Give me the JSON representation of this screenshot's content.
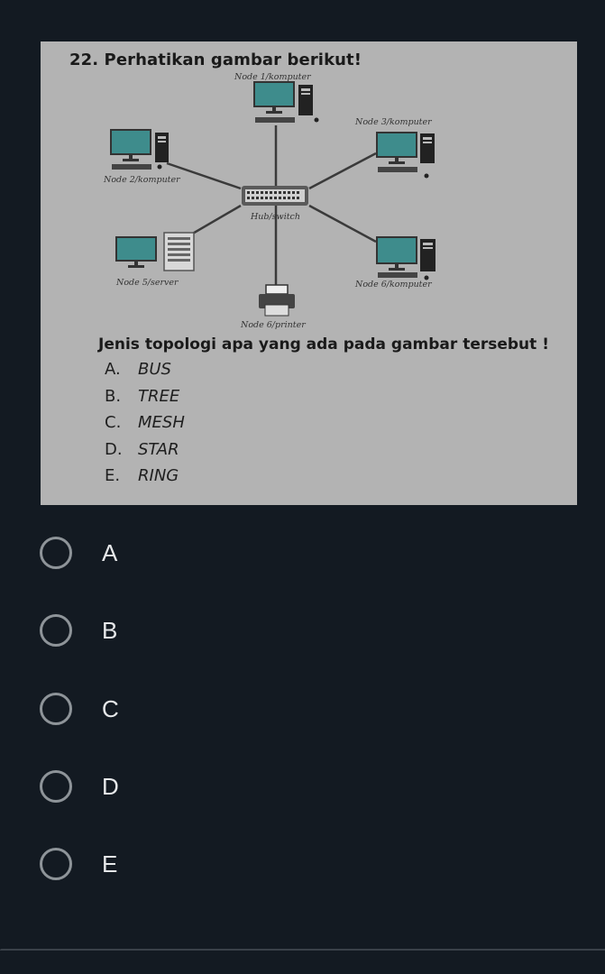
{
  "question": {
    "title": "22. Perhatikan gambar berikut!",
    "prompt": "Jenis topologi apa yang ada pada gambar tersebut !",
    "options": [
      {
        "letter": "A.",
        "text": "BUS"
      },
      {
        "letter": "B.",
        "text": "TREE"
      },
      {
        "letter": "C.",
        "text": "MESH"
      },
      {
        "letter": "D.",
        "text": "STAR"
      },
      {
        "letter": "E.",
        "text": "RING"
      }
    ]
  },
  "diagram": {
    "hub_label": "Hub/switch",
    "node1": "Node 1/komputer",
    "node2": "Node 2/komputer",
    "node3": "Node 3/komputer",
    "node5": "Node 5/server",
    "node6_computer": "Node 6/komputer",
    "node6_printer": "Node 6/printer"
  },
  "answers": [
    {
      "label": "A"
    },
    {
      "label": "B"
    },
    {
      "label": "C"
    },
    {
      "label": "D"
    },
    {
      "label": "E"
    }
  ],
  "colors": {
    "background": "#131a22",
    "card": "#b3b3b3",
    "monitor": "#3e8c8c",
    "radio_border": "#8e9499",
    "answer_text": "#e6e8ea"
  }
}
